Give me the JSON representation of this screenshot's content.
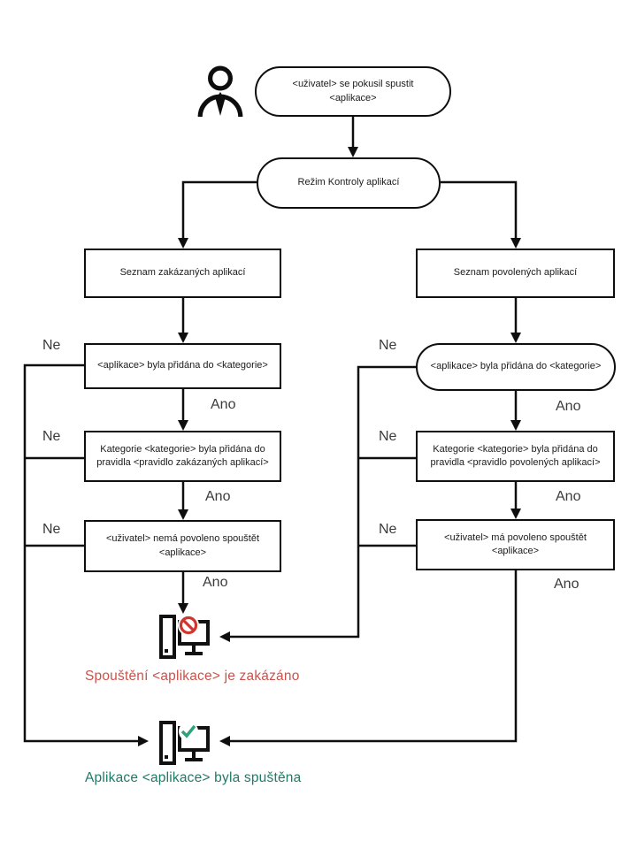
{
  "labels": {
    "yes": "Ano",
    "no": "Ne"
  },
  "nodes": {
    "user_attempt": "<uživatel> se pokusil spustit <aplikace>",
    "control_mode": "Režim Kontroly aplikací",
    "denylist": "Seznam zakázaných aplikací",
    "allowlist": "Seznam povolených aplikací",
    "deny_app_in_category": "<aplikace> byla přidána do <kategorie>",
    "allow_app_in_category": "<aplikace> byla přidána do <kategorie>",
    "deny_category_in_rule": "Kategorie <kategorie> byla přidána do pravidla <pravidlo zakázaných aplikací>",
    "allow_category_in_rule": "Kategorie <kategorie> byla přidána do pravidla <pravidlo povolených aplikací>",
    "deny_user_not_allowed": "<uživatel> nemá povoleno spouštět <aplikace>",
    "allow_user_allowed": "<uživatel> má povoleno spouštět <aplikace>"
  },
  "results": {
    "denied": "Spouštění <aplikace> je zakázáno",
    "allowed": "Aplikace <aplikace> byla spuštěna"
  },
  "icons": {
    "person": "person-icon",
    "computer_blocked": "computer-blocked-icon",
    "computer_allowed": "computer-allowed-icon",
    "no_entry": "no-entry-icon",
    "check": "check-icon"
  },
  "colors": {
    "line": "#0e0e0e",
    "denied_text": "#c9534c",
    "denied_badge": "#ce372e",
    "allowed_text": "#1e7b68",
    "allowed_badge": "#2ba37d"
  }
}
